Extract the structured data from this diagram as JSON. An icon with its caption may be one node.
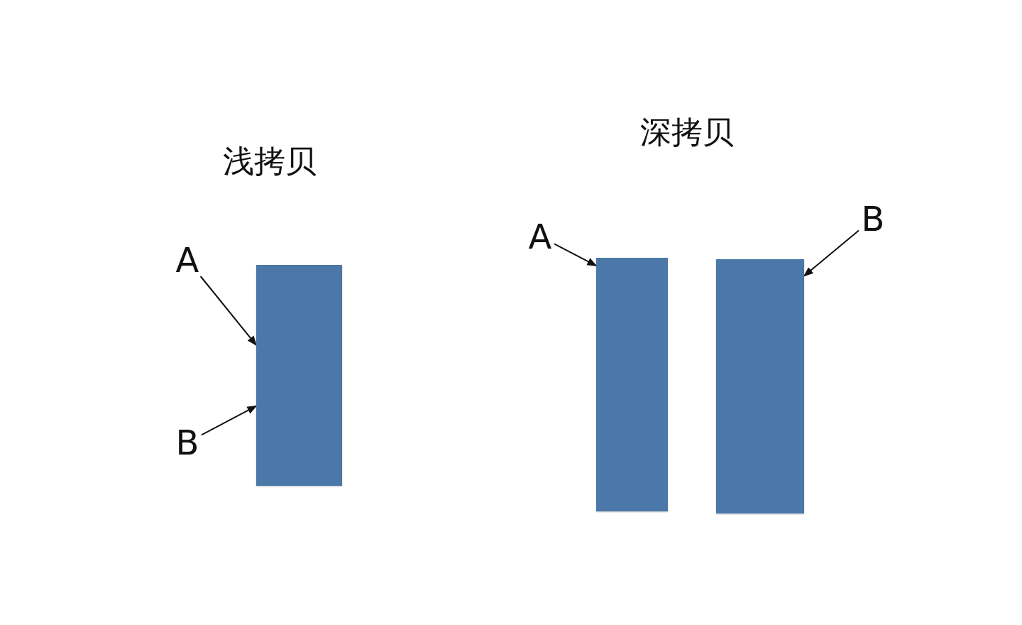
{
  "diagram": {
    "nodes": [
      {
        "text": [
          "A"
        ]
      },
      {
        "text": [
          "B"
        ]
      },
      {
        "text": [],
        "shape": "box"
      },
      {
        "text": [
          "A"
        ]
      },
      {
        "text": [],
        "shape": "box"
      },
      {
        "text": [],
        "shape": "box"
      },
      {
        "text": [
          "B"
        ]
      }
    ],
    "edges": [
      {
        "from": 0,
        "to": 2,
        "arrow": "to"
      },
      {
        "from": 1,
        "to": 2,
        "arrow": "to"
      },
      {
        "from": 3,
        "to": 4,
        "arrow": "to"
      },
      {
        "from": 6,
        "to": 5,
        "arrow": "to"
      }
    ],
    "labels": [
      "浅拷贝",
      "深拷贝"
    ]
  }
}
